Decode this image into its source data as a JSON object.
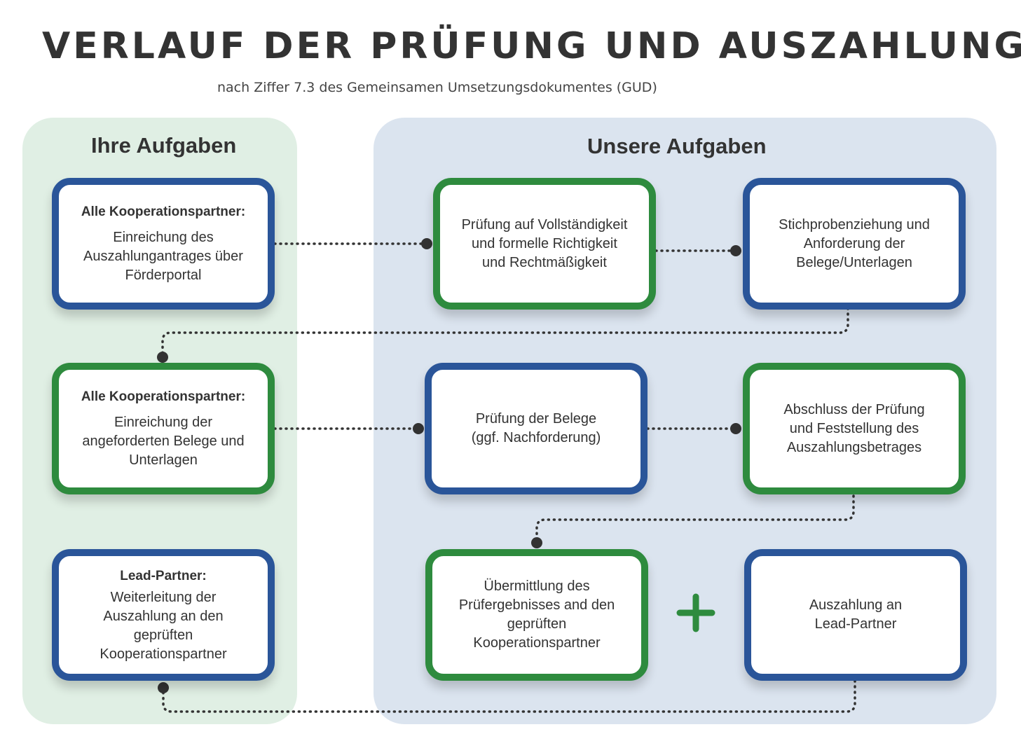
{
  "title": "VERLAUF DER PRÜFUNG UND AUSZAHLUNG",
  "subtitle": "nach Ziffer 7.3 des Gemeinsamen Umsetzungsdokumentes (GUD)",
  "panels": {
    "left_heading": "Ihre Aufgaben",
    "right_heading": "Unsere Aufgaben"
  },
  "colors": {
    "blue_border": "#2a5599",
    "green_border": "#2e8b3e",
    "left_panel_bg": "#e0efe4",
    "right_panel_bg": "#dbe4ef",
    "connector": "#333333",
    "plus": "#2e8b3e"
  },
  "boxes": {
    "ihre_1": {
      "heading": "Alle Kooperationspartner:",
      "text": "Einreichung des\nAuszahlungantrages über\nFörderportal"
    },
    "ihre_2": {
      "heading": "Alle Kooperationspartner:",
      "text": "Einreichung der\nangeforderten Belege und\nUnterlagen"
    },
    "ihre_3": {
      "heading": "Lead-Partner:",
      "text": "Weiterleitung der\nAuszahlung an den\ngeprüften\nKooperationspartner"
    },
    "unsere_1": {
      "text": "Prüfung auf Vollständigkeit\nund formelle Richtigkeit\nund Rechtmäßigkeit"
    },
    "unsere_2": {
      "text": "Stichprobenziehung und\nAnforderung der\nBelege/Unterlagen"
    },
    "unsere_3": {
      "text": "Prüfung der Belege\n(ggf. Nachforderung)"
    },
    "unsere_4": {
      "text": "Abschluss der Prüfung\nund Feststellung des\nAuszahlungsbetrages"
    },
    "unsere_5": {
      "text": "Übermittlung des\nPrüfergebnisses and den\ngeprüften\nKooperationspartner"
    },
    "unsere_6": {
      "text": "Auszahlung an\nLead-Partner"
    }
  },
  "plus_icon": "plus-icon"
}
